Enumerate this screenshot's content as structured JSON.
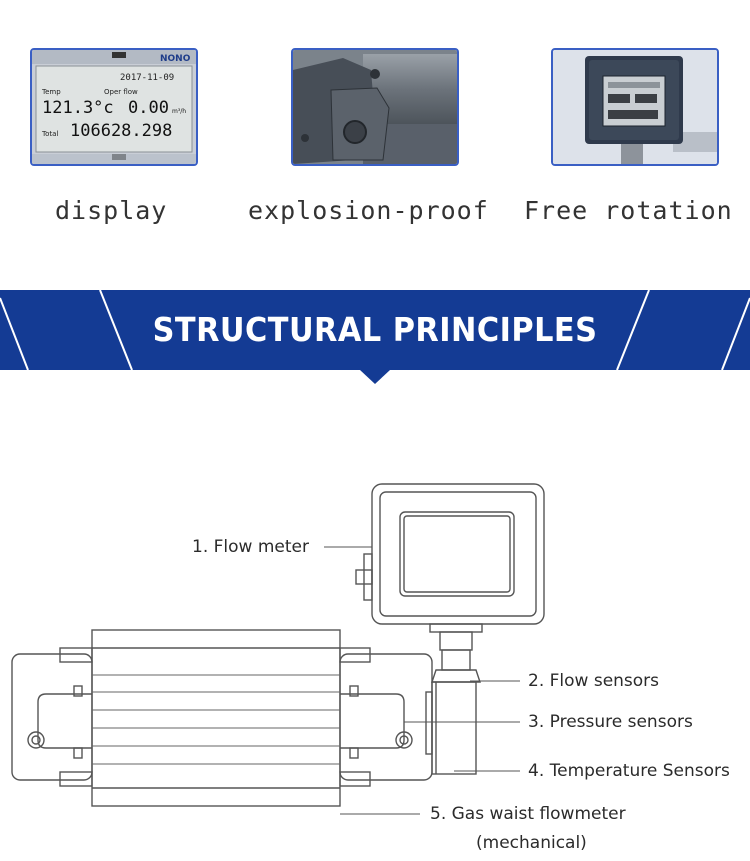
{
  "features": [
    {
      "caption": "display"
    },
    {
      "caption": "explosion-proof"
    },
    {
      "caption": "Free rotation"
    }
  ],
  "lcd": {
    "brand": "NONO",
    "date": "2017-11-09",
    "temp_label": "Temp",
    "flow_label": "Oper flow",
    "temp_value": "121.3°c",
    "flow_value": "0.00",
    "flow_unit": "m³/h",
    "total_label": "Total",
    "total_value": "106628.298"
  },
  "banner": {
    "title": "STRUCTURAL PRINCIPLES"
  },
  "diagram": {
    "labels": [
      {
        "text": "1. Flow meter"
      },
      {
        "text": "2. Flow sensors"
      },
      {
        "text": "3. Pressure sensors"
      },
      {
        "text": "4. Temperature Sensors"
      },
      {
        "text": "5. Gas waist flowmeter"
      },
      {
        "text": "(mechanical)"
      }
    ]
  },
  "colors": {
    "banner": "#143b94",
    "frame": "#3a5fc4"
  }
}
